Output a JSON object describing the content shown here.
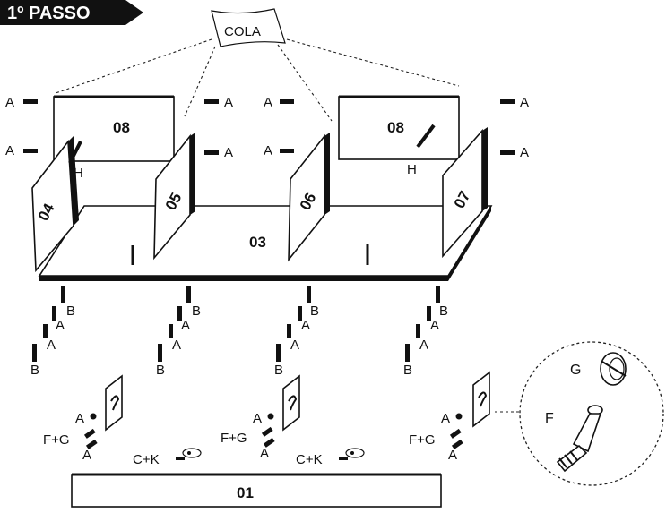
{
  "step": {
    "label": "1º PASSO"
  },
  "glue": {
    "label": "COLA"
  },
  "panels": {
    "p08_left": "08",
    "p08_right": "08",
    "p04": "04",
    "p05": "05",
    "p06": "06",
    "p07": "07",
    "p03": "03",
    "p01": "01"
  },
  "fittings": {
    "A": "A",
    "B": "B",
    "H": "H",
    "FG": "F+G",
    "CK": "C+K",
    "G": "G",
    "F": "F"
  },
  "colors": {
    "ink": "#111111",
    "paper": "#ffffff"
  }
}
